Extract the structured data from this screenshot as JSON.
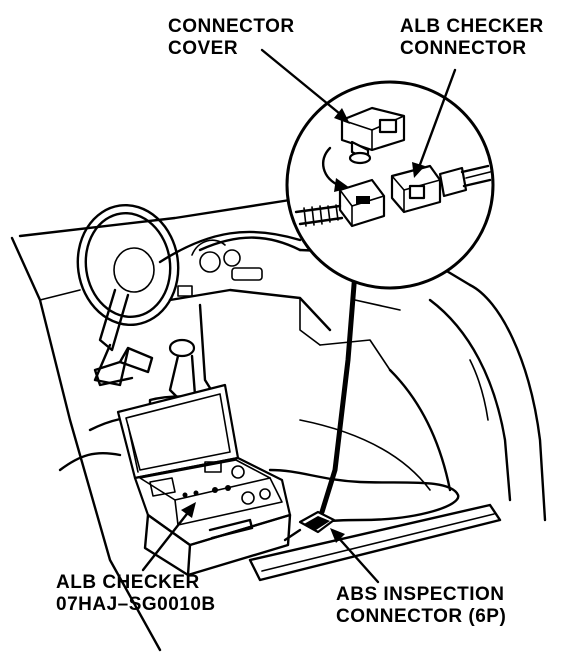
{
  "labels": {
    "connector_cover": [
      "CONNECTOR",
      "COVER"
    ],
    "alb_checker_connector": [
      "ALB CHECKER",
      "CONNECTOR"
    ],
    "alb_checker": [
      "ALB CHECKER",
      "07HAJ–SG0010B"
    ],
    "abs_inspection_connector": [
      "ABS INSPECTION",
      "CONNECTOR (6P)"
    ]
  },
  "icons": {
    "dashboard": "car-interior-dashboard",
    "checker": "alb-checker-unit",
    "connector": "6p-connector"
  }
}
